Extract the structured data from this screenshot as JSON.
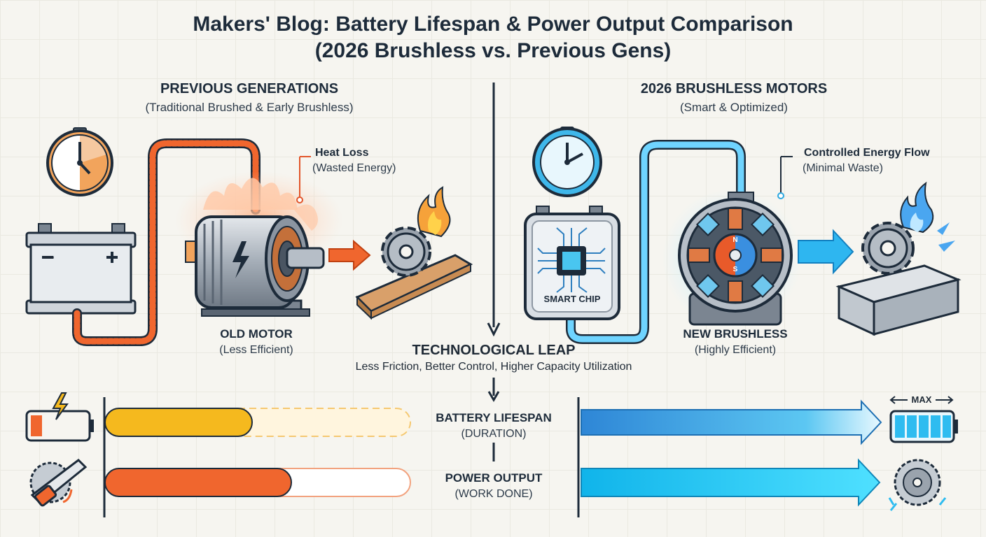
{
  "title_line1": "Makers' Blog: Battery Lifespan & Power Output Comparison",
  "title_line2": "(2026 Brushless vs. Previous Gens)",
  "left": {
    "heading": "PREVIOUS GENERATIONS",
    "subheading": "(Traditional Brushed & Early Brushless)",
    "callout_title": "Heat Loss",
    "callout_sub": "(Wasted Energy)",
    "motor_label": "OLD MOTOR",
    "motor_sub": "(Less Efficient)",
    "battery_minus": "−",
    "battery_plus": "+"
  },
  "right": {
    "heading": "2026 BRUSHLESS MOTORS",
    "subheading": "(Smart & Optimized)",
    "callout_title": "Controlled Energy Flow",
    "callout_sub": "(Minimal Waste)",
    "chip_label": "SMART CHIP",
    "motor_label": "NEW BRUSHLESS",
    "motor_sub": "(Highly Efficient)",
    "magnet_n": "N",
    "magnet_s": "S"
  },
  "center": {
    "heading": "TECHNOLOGICAL LEAP",
    "subheading": "Less Friction, Better Control, Higher Capacity Utilization"
  },
  "comparison": {
    "battery_label": "BATTERY LIFESPAN",
    "battery_sub": "(DURATION)",
    "power_label": "POWER OUTPUT",
    "power_sub": "(WORK DONE)",
    "max_label": "MAX"
  },
  "colors": {
    "orange": "#f0662e",
    "yellow": "#f5b91e",
    "blue": "#2e9be0",
    "cyan": "#18c8f2",
    "navy": "#1d2b3a"
  },
  "icons": [
    "stopwatch-icon",
    "battery-icon",
    "motor-icon",
    "gear-icon",
    "flame-icon",
    "chip-icon",
    "saw-icon",
    "battery-max-icon"
  ]
}
